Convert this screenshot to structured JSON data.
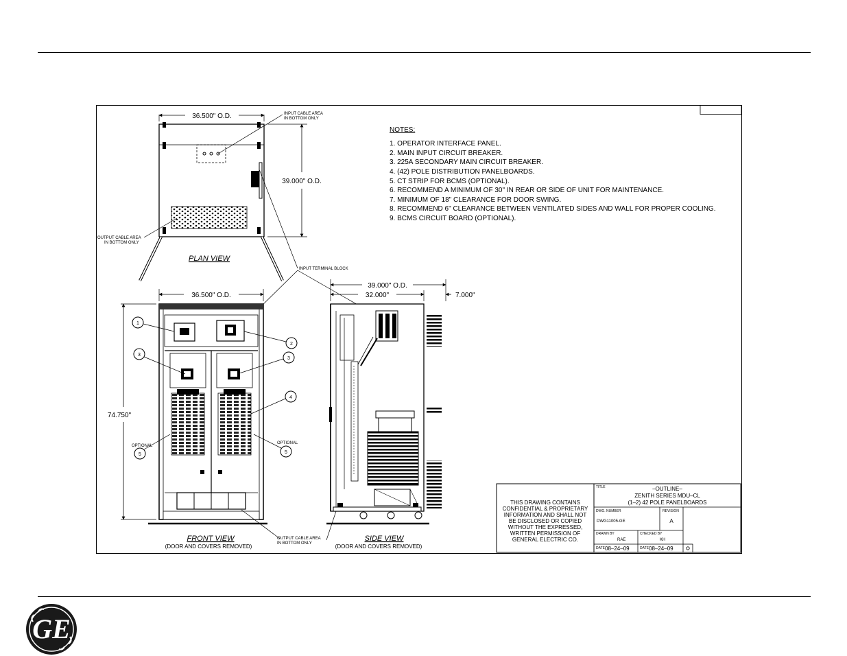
{
  "brand": {
    "logo_text": "GE",
    "logo_name": "General Electric"
  },
  "notes": {
    "heading": "NOTES:",
    "items": [
      "1.  OPERATOR  INTERFACE  PANEL.",
      "2.  MAIN  INPUT  CIRCUIT  BREAKER.",
      "3.  225A  SECONDARY  MAIN  CIRCUIT  BREAKER.",
      "4.  (42)  POLE  DISTRIBUTION  PANELBOARDS.",
      "5.  CT  STRIP  FOR  BCMS  (OPTIONAL).",
      "6.  RECOMMEND  A  MINIMUM  OF  30\"  IN  REAR  OR  SIDE  OF  UNIT  FOR  MAINTENANCE.",
      "7.  MINIMUM  OF  18\"  CLEARANCE  FOR  DOOR  SWING.",
      "8.  RECOMMEND  6\"  CLEARANCE  BETWEEN  VENTILATED  SIDES  AND  WALL  FOR  PROPER  COOLING.",
      "9.  BCMS  CIRCUIT  BOARD  (OPTIONAL)."
    ]
  },
  "plan_view": {
    "title": "PLAN  VIEW",
    "dim_width": "36.500\"  O.D.",
    "dim_depth": "39.000\"  O.D.",
    "input_cable_1": "INPUT CABLE AREA",
    "input_cable_2": "IN BOTTOM ONLY",
    "output_cable_1": "OUTPUT CABLE AREA",
    "output_cable_2": "IN BOTTOM ONLY"
  },
  "input_terminal_block": "INPUT TERMINAL BLOCK",
  "front_view": {
    "title": "FRONT  VIEW",
    "subtitle": "(DOOR  AND  COVERS  REMOVED)",
    "dim_width": "36.500\"  O.D.",
    "dim_height": "74.750\"",
    "optional_label": "OPTIONAL",
    "callouts": [
      "1",
      "2",
      "3",
      "3",
      "4",
      "5",
      "5"
    ]
  },
  "side_view": {
    "title": "SIDE  VIEW",
    "subtitle": "(DOOR  AND  COVERS  REMOVED)",
    "dim_od": "39.000\"  O.D.",
    "dim_inner": "32.000\"",
    "dim_clear": "7.000\""
  },
  "output_cable_bottom_1": "OUTPUT CABLE AREA",
  "output_cable_bottom_2": "IN BOTTOM ONLY",
  "confidential": [
    "THIS  DRAWING  CONTAINS",
    "CONFIDENTIAL  &  PROPRIETARY",
    "INFORMATION  AND  SHALL  NOT",
    "BE  DISCLOSED  OR  COPIED",
    "WITHOUT  THE  EXPRESSED,",
    "WRITTEN  PERMISSION  OF",
    "GENERAL  ELECTRIC  CO."
  ],
  "title_block": {
    "title_label": "TITLE",
    "title_lines": [
      "–OUTLINE–",
      "ZENITH  SERIES  MDU–CL",
      "(1–2)  42  POLE  PANELBOARDS"
    ],
    "dwg_label": "DWG. NUMBER",
    "dwg_value": "DWG11005-GE",
    "rev_label": "REVISION",
    "rev_value": "A",
    "drawn_label": "DRAWN BY",
    "drawn_value": "RAE",
    "checked_label": "CHECKED BY",
    "checked_value": "KH",
    "date_label": "DATE",
    "date_drawn": "08–24–09",
    "date_checked": "08–24–09"
  }
}
